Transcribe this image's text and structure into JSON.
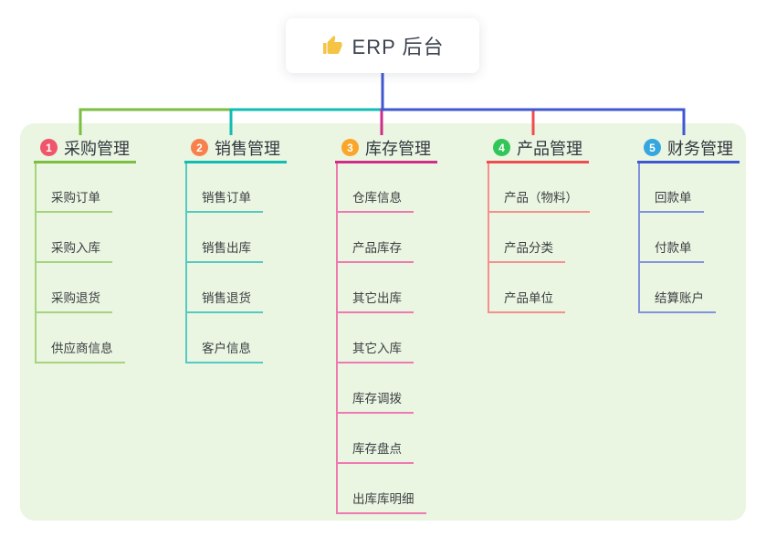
{
  "root": {
    "label": "ERP 后台",
    "icon": "thumbs-up",
    "icon_color": "#F6C445"
  },
  "panel": {
    "background": "#EAF5E2"
  },
  "branches": [
    {
      "index": "1",
      "label": "采购管理",
      "badge_color": "#F0566B",
      "line_color": "#7CBE41",
      "child_line_color": "#A6D47D",
      "children": [
        "采购订单",
        "采购入库",
        "采购退货",
        "供应商信息"
      ]
    },
    {
      "index": "2",
      "label": "销售管理",
      "badge_color": "#F8804B",
      "line_color": "#11BCB2",
      "child_line_color": "#54CAC3",
      "children": [
        "销售订单",
        "销售出库",
        "销售退货",
        "客户信息"
      ]
    },
    {
      "index": "3",
      "label": "库存管理",
      "badge_color": "#F9A62B",
      "line_color": "#CE2D88",
      "child_line_color": "#EE7AB1",
      "children": [
        "仓库信息",
        "产品库存",
        "其它出库",
        "其它入库",
        "库存调拨",
        "库存盘点",
        "出库库明细"
      ]
    },
    {
      "index": "4",
      "label": "产品管理",
      "badge_color": "#32C659",
      "line_color": "#F04C50",
      "child_line_color": "#F5908E",
      "children": [
        "产品（物料）",
        "产品分类",
        "产品单位"
      ]
    },
    {
      "index": "5",
      "label": "财务管理",
      "badge_color": "#34A7DE",
      "line_color": "#4057D2",
      "child_line_color": "#8292DB",
      "children": [
        "回款单",
        "付款单",
        "结算账户"
      ]
    }
  ]
}
